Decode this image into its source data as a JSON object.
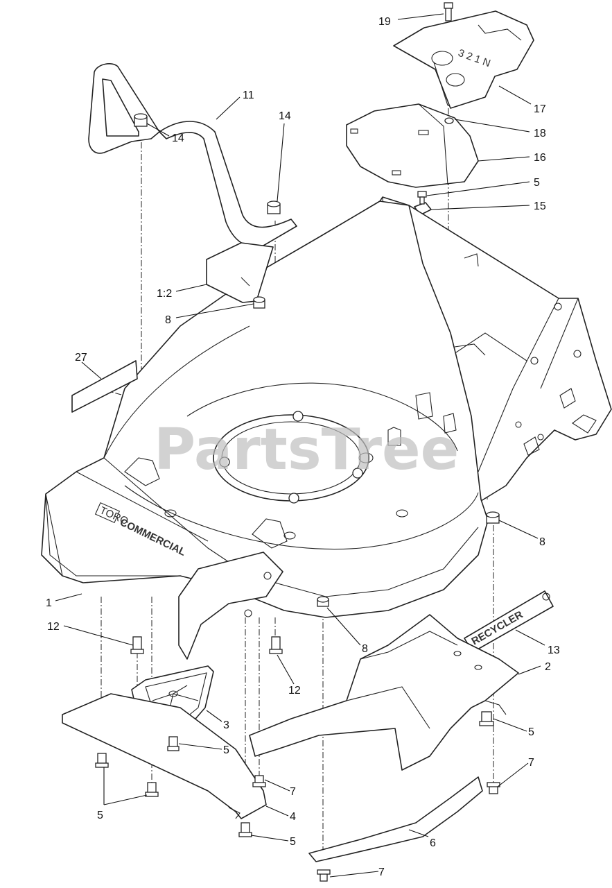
{
  "watermark": "PartsTree",
  "decals": {
    "deck_logo": "COMMERCIAL",
    "deck_logo_badge": "TORO",
    "recycler": "RECYCLER",
    "shift_positions": "3 2 1 N"
  },
  "callouts": {
    "c19": "19",
    "c17": "17",
    "c18": "18",
    "c16": "16",
    "c11": "11",
    "c14a": "14",
    "c14b": "14",
    "c5a": "5",
    "c15": "15",
    "c12_label": "1:2",
    "c8a": "8",
    "c27": "27",
    "c8b": "8",
    "c1": "1",
    "c12a": "12",
    "c8c": "8",
    "c13": "13",
    "c12b": "12",
    "c2": "2",
    "c3": "3",
    "c5b": "5",
    "c5c": "5",
    "c7a": "7",
    "c7b": "7",
    "c5d": "5",
    "c4": "4",
    "c5e": "5",
    "c6": "6",
    "c7c": "7"
  }
}
